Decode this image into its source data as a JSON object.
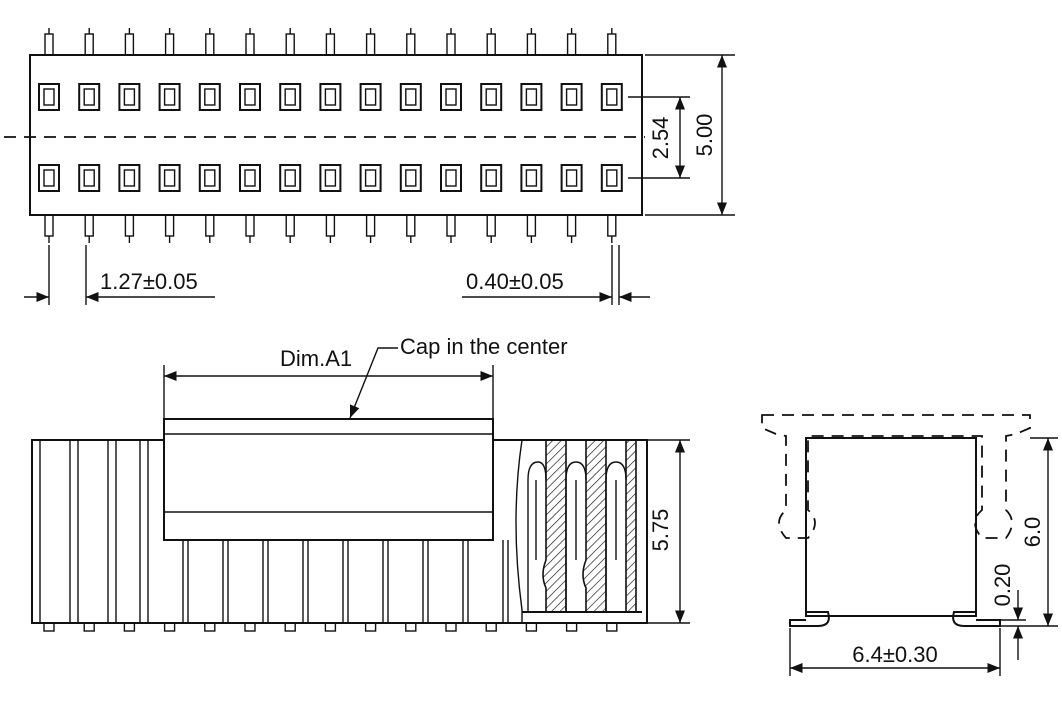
{
  "dimensions": {
    "pitch": "1.27±0.05",
    "pin_width": "0.40±0.05",
    "row_pitch": "2.54",
    "body_depth": "5.00",
    "cap_length": "Dim.A1",
    "cap_note": "Cap in the center",
    "height": "5.75",
    "overall_height": "6.0",
    "standoff": "0.20",
    "row_span": "6.4±0.30"
  }
}
